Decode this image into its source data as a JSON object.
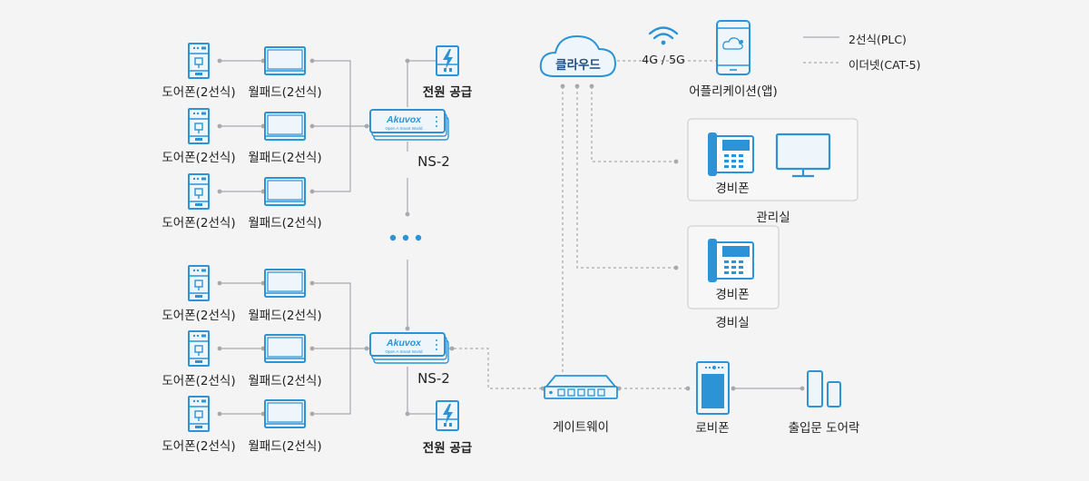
{
  "legend": {
    "two_wire": "2선식(PLC)",
    "ethernet": "이더넷(CAT-5)"
  },
  "rows": {
    "door_phone": "도어폰(2선식)",
    "wall_pad": "월패드(2선식)"
  },
  "power_supply": "전원 공급",
  "ns2": "NS-2",
  "brand": {
    "name": "Akuvox",
    "tagline": "Open A Smart World"
  },
  "ellipsis": "• • •",
  "cloud": "클라우드",
  "wifi": "4G / 5G",
  "app": "어플리케이션(앱)",
  "security_phone": "경비폰",
  "management_room": "관리실",
  "guard_room": "경비실",
  "gateway": "게이트웨이",
  "lobby_phone": "로비폰",
  "entrance_lock": "출입문 도어락",
  "colors": {
    "device_blue": "#2b93d6",
    "device_fill": "#dfeffb",
    "line_gray": "#a7a9ad",
    "background": "#f4f4f5",
    "panel_border": "#c9c9cc"
  }
}
